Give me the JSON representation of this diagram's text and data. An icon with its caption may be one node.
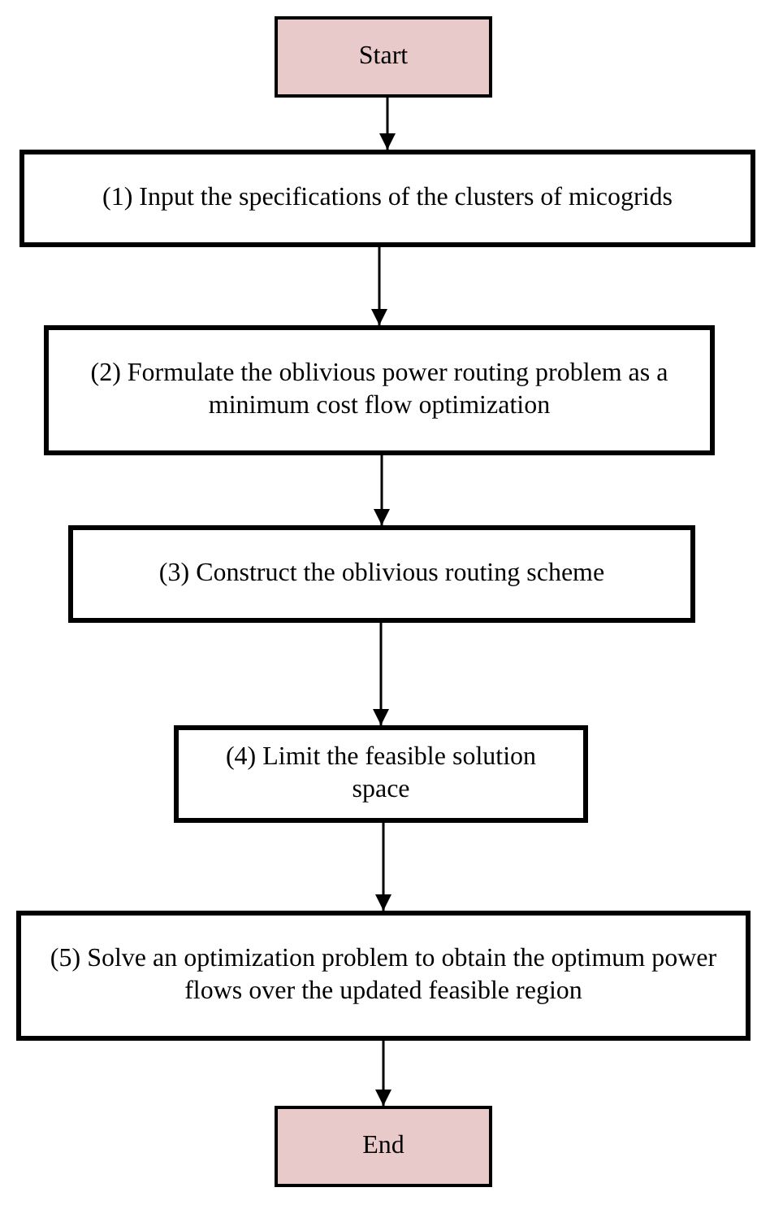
{
  "diagram": {
    "nodes": [
      {
        "text": [
          "Start"
        ]
      },
      {
        "text": [
          "(1) Input the specifications of the clusters of micogrids"
        ]
      },
      {
        "text": [
          "(2) Formulate the oblivious power routing problem as a minimum cost flow optimization"
        ]
      },
      {
        "text": [
          "(3) Construct the oblivious routing scheme"
        ]
      },
      {
        "text": [
          "(4) Limit the feasible solution space"
        ]
      },
      {
        "text": [
          "(5) Solve an optimization problem to obtain the optimum power flows over the updated feasible region"
        ]
      },
      {
        "text": [
          "End"
        ]
      }
    ],
    "edges": [
      {
        "from": 0,
        "to": 1,
        "arrow": "to"
      },
      {
        "from": 1,
        "to": 2,
        "arrow": "to"
      },
      {
        "from": 2,
        "to": 3,
        "arrow": "to"
      },
      {
        "from": 3,
        "to": 4,
        "arrow": "to"
      },
      {
        "from": 4,
        "to": 5,
        "arrow": "to"
      },
      {
        "from": 5,
        "to": 6,
        "arrow": "to"
      }
    ]
  }
}
